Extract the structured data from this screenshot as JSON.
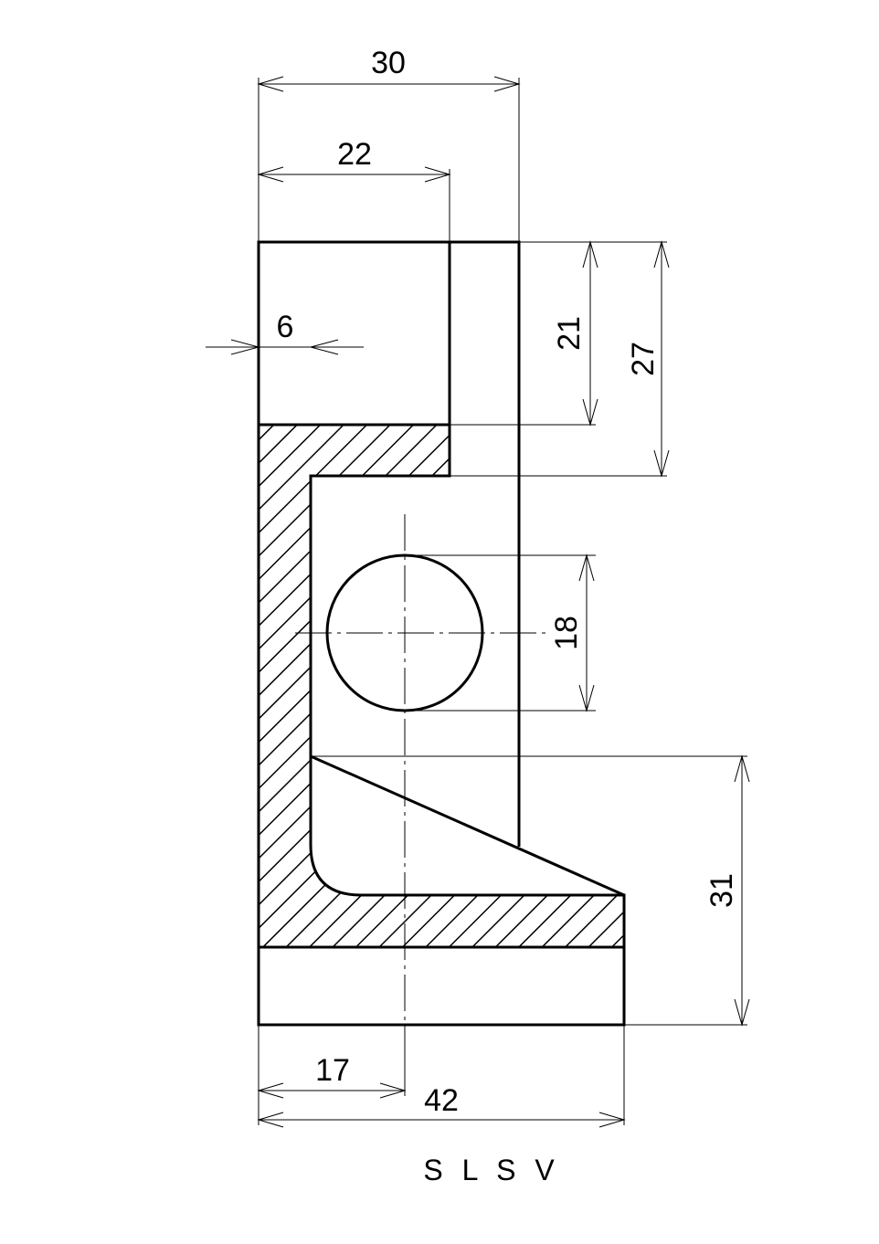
{
  "drawing": {
    "title": "S L S V",
    "section_hatch": "diagonal-45",
    "colors": {
      "line": "#000000",
      "background": "#ffffff"
    }
  },
  "dimensions": {
    "overall_top_width": "30",
    "top_box_width": "22",
    "wall_thickness": "6",
    "upper_height": "21",
    "upper_total_height": "27",
    "hole_diameter": "18",
    "lower_height": "31",
    "hole_offset_x": "17",
    "overall_bottom_width": "42"
  }
}
